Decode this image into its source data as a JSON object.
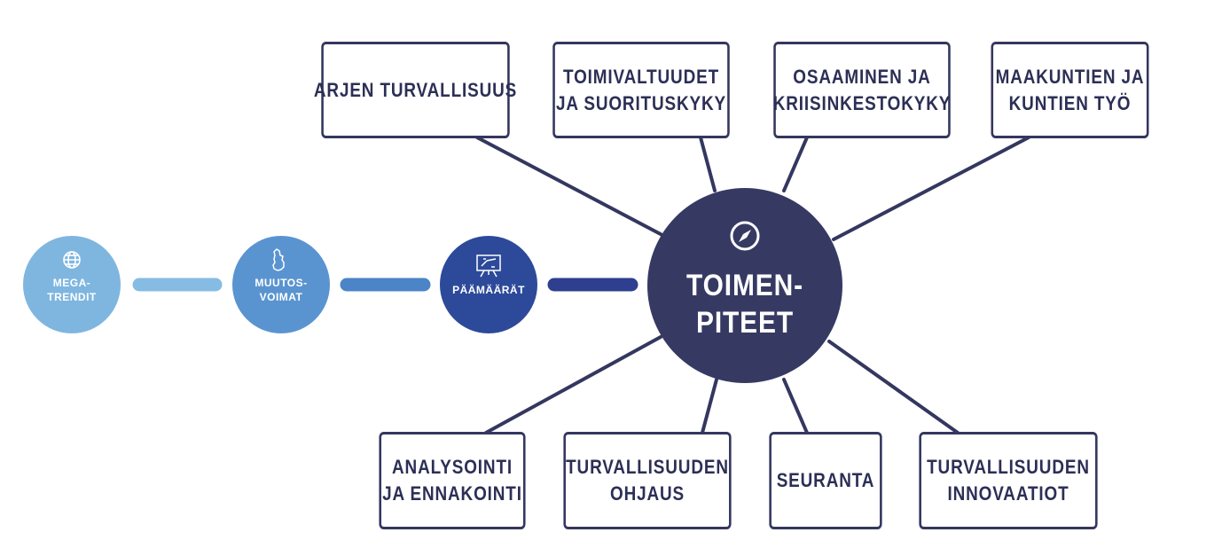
{
  "center": {
    "title_line1": "TOIMEN-",
    "title_line2": "PITEET",
    "icon": "compass-icon",
    "color": "#363a63"
  },
  "chain": [
    {
      "line1": "MEGA-",
      "line2": "TRENDIT",
      "icon": "globe-icon",
      "color": "#7fb6e0"
    },
    {
      "line1": "MUUTOS-",
      "line2": "VOIMAT",
      "icon": "finland-map-icon",
      "color": "#5a94d0"
    },
    {
      "line1": "PÄÄMÄÄRÄT",
      "line2": "",
      "icon": "presentation-board-icon",
      "color": "#2d4a9a"
    }
  ],
  "top_boxes": [
    {
      "line1": "ARJEN TURVALLISUUS",
      "line2": ""
    },
    {
      "line1": "TOIMIVALTUUDET",
      "line2": "JA SUORITUSKYKY"
    },
    {
      "line1": "OSAAMINEN JA",
      "line2": "KRIISINKESTOKYKY"
    },
    {
      "line1": "MAAKUNTIEN JA",
      "line2": "KUNTIEN TYÖ"
    }
  ],
  "bottom_boxes": [
    {
      "line1": "ANALYSOINTI",
      "line2": "JA ENNAKOINTI"
    },
    {
      "line1": "TURVALLISUUDEN",
      "line2": "OHJAUS"
    },
    {
      "line1": "SEURANTA",
      "line2": ""
    },
    {
      "line1": "TURVALLISUUDEN",
      "line2": "INNOVAATIOT"
    }
  ]
}
